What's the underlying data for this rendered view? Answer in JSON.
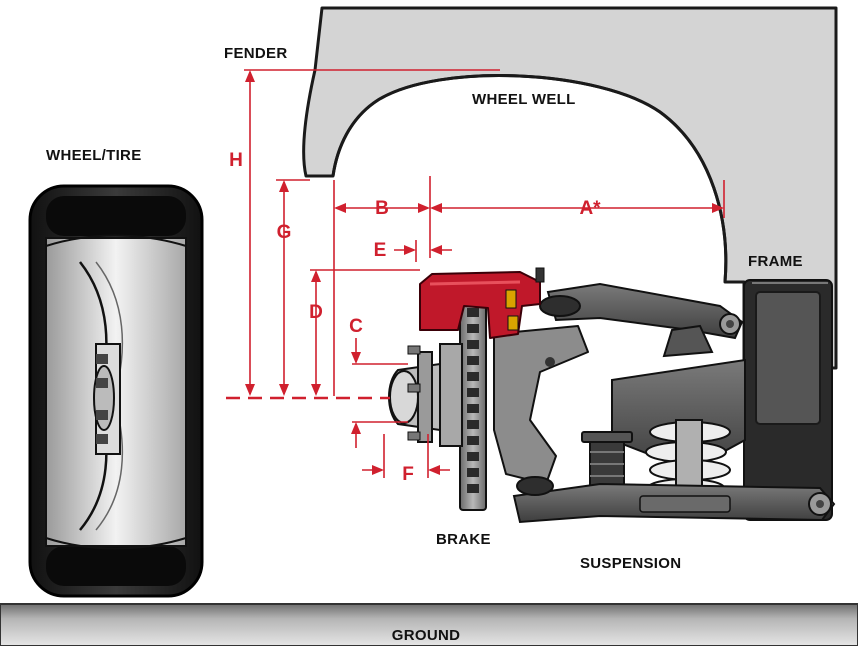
{
  "labels": {
    "fender": "FENDER",
    "wheel_well": "WHEEL WELL",
    "wheel_tire": "WHEEL/TIRE",
    "frame": "FRAME",
    "brake": "BRAKE",
    "suspension": "SUSPENSION",
    "ground": "GROUND"
  },
  "dimensions": {
    "a": "A*",
    "b": "B",
    "c": "C",
    "d": "D",
    "e": "E",
    "f": "F",
    "g": "G",
    "h": "H"
  },
  "colors": {
    "dimension_red": "#d0202e",
    "caliper_red": "#c0182a",
    "body_gray": "#d2d2d2",
    "metal_gray": "#8c8c8c",
    "dark_steel": "#4a4a4a",
    "ground_gray": "#9a9a9a"
  }
}
